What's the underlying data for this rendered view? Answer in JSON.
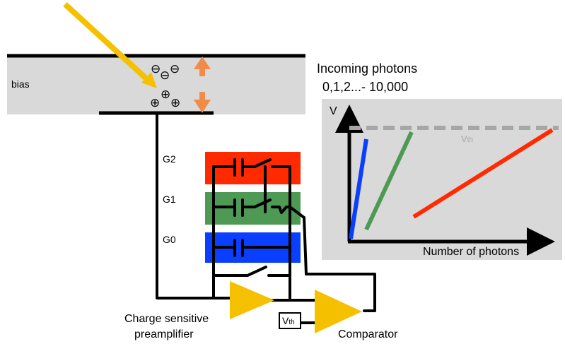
{
  "sensor": {
    "bias_label": "bias",
    "electron_symbol": "⊖",
    "hole_symbol": "⊕"
  },
  "gains": {
    "g2": "G2",
    "g1": "G1",
    "g0": "G0"
  },
  "labels": {
    "preamp_line1": "Charge sensitive",
    "preamp_line2": "preamplifier",
    "comparator": "Comparator",
    "vth_main": "V",
    "vth_sub": "th"
  },
  "inset": {
    "title_line1": "Incoming photons",
    "title_line2": "0,1,2...- 10,000",
    "y_axis_label": "V",
    "x_axis_label": "Number of photons",
    "threshold_main": "V",
    "threshold_sub": "th"
  },
  "colors": {
    "photon_arrow": "#f5c000",
    "bias_band": "#d9d9d9",
    "motion_arrows": "#f08c4a",
    "g2_band": "#ff2a00",
    "g1_band": "#4e9a55",
    "g0_band": "#0a3fff",
    "amplifier": "#f5c000",
    "threshold_line": "#a6a6a6",
    "line_g0": "#0a3fff",
    "line_g1": "#4e9a55",
    "line_g2": "#ff2a00"
  }
}
